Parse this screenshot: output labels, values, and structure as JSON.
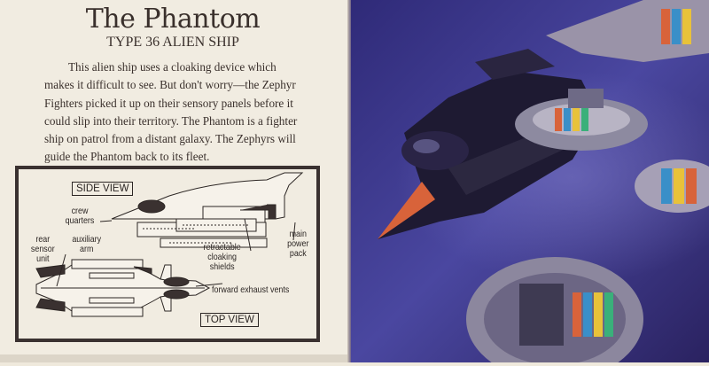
{
  "page": {
    "title": "The Phantom",
    "subtitle": "TYPE 36 ALIEN SHIP",
    "paragraph": "This alien ship uses a cloaking device which makes it difficult to see. But don't worry—the Zephyr Fighters picked it up on their sensory panels before it could slip into their territory. The Phantom is a fighter ship on patrol from a distant galaxy. The Zephyrs will guide the Phantom back to its fleet."
  },
  "diagram": {
    "side_view": "SIDE VIEW",
    "top_view": "TOP VIEW",
    "labels": {
      "crew_quarters": "crew quarters",
      "rear_sensor_unit": "rear sensor unit",
      "auxiliary_arm": "auxiliary arm",
      "retractable_cloaking_shields": "retractable cloaking shields",
      "main_power_pack": "main power pack",
      "forward_exhaust_vents": "forward exhaust vents"
    }
  },
  "colors": {
    "paper": "#f1ece1",
    "ink": "#3a302c",
    "space": "#3d3a8a",
    "nose": "#d8633a"
  }
}
